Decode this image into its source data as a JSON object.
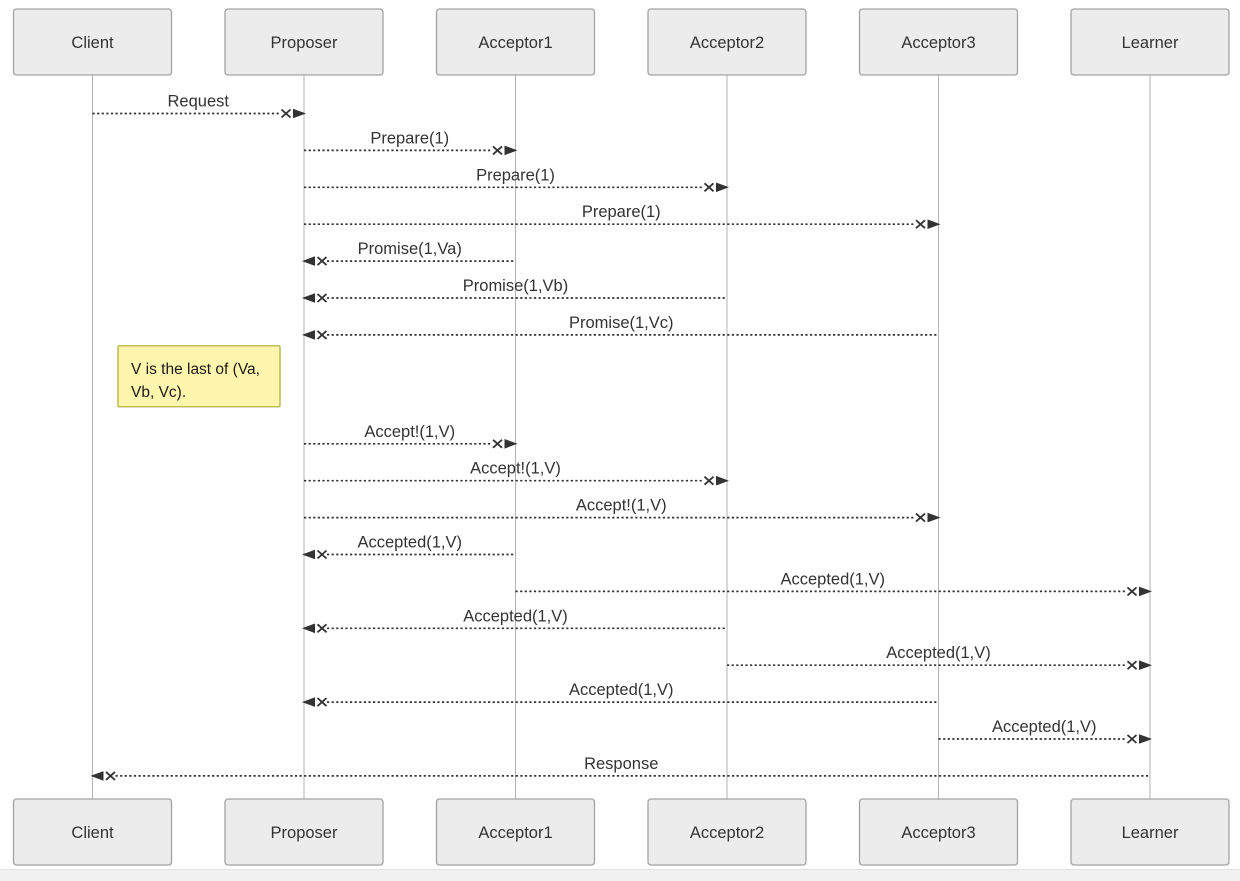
{
  "diagram": {
    "participants": [
      {
        "name": "Client"
      },
      {
        "name": "Proposer"
      },
      {
        "name": "Acceptor1"
      },
      {
        "name": "Acceptor2"
      },
      {
        "name": "Acceptor3"
      },
      {
        "name": "Learner"
      }
    ],
    "sequence": [
      {
        "type": "message",
        "label": "Request",
        "from": "Client",
        "to": "Proposer"
      },
      {
        "type": "message",
        "label": "Prepare(1)",
        "from": "Proposer",
        "to": "Acceptor1"
      },
      {
        "type": "message",
        "label": "Prepare(1)",
        "from": "Proposer",
        "to": "Acceptor2"
      },
      {
        "type": "message",
        "label": "Prepare(1)",
        "from": "Proposer",
        "to": "Acceptor3"
      },
      {
        "type": "message",
        "label": "Promise(1,Va)",
        "from": "Acceptor1",
        "to": "Proposer"
      },
      {
        "type": "message",
        "label": "Promise(1,Vb)",
        "from": "Acceptor2",
        "to": "Proposer"
      },
      {
        "type": "message",
        "label": "Promise(1,Vc)",
        "from": "Acceptor3",
        "to": "Proposer"
      },
      {
        "type": "note",
        "position": "left of",
        "anchor": "Proposer",
        "lines": [
          "V is the last of (Va,",
          "Vb, Vc)."
        ]
      },
      {
        "type": "message",
        "label": "Accept!(1,V)",
        "from": "Proposer",
        "to": "Acceptor1"
      },
      {
        "type": "message",
        "label": "Accept!(1,V)",
        "from": "Proposer",
        "to": "Acceptor2"
      },
      {
        "type": "message",
        "label": "Accept!(1,V)",
        "from": "Proposer",
        "to": "Acceptor3"
      },
      {
        "type": "message",
        "label": "Accepted(1,V)",
        "from": "Acceptor1",
        "to": "Proposer"
      },
      {
        "type": "message",
        "label": "Accepted(1,V)",
        "from": "Acceptor1",
        "to": "Learner"
      },
      {
        "type": "message",
        "label": "Accepted(1,V)",
        "from": "Acceptor2",
        "to": "Proposer"
      },
      {
        "type": "message",
        "label": "Accepted(1,V)",
        "from": "Acceptor2",
        "to": "Learner"
      },
      {
        "type": "message",
        "label": "Accepted(1,V)",
        "from": "Acceptor3",
        "to": "Proposer"
      },
      {
        "type": "message",
        "label": "Accepted(1,V)",
        "from": "Acceptor3",
        "to": "Learner"
      },
      {
        "type": "message",
        "label": "Response",
        "from": "Learner",
        "to": "Client"
      }
    ],
    "arrow_style": "dashed-cross-solid-head",
    "colors": {
      "background": "#ffffff",
      "actor_fill": "#ececec",
      "actor_border": "#a3a3a3",
      "actor_text": "#333333",
      "lifeline": "#b3b3b3",
      "message_line": "#333333",
      "message_text": "#333333",
      "note_fill": "#fff5ad",
      "note_border": "#aaaa33",
      "note_text": "#1a1a1a",
      "scrollbar_track": "#f1f1f1",
      "scrollbar_border": "#e2e2e2"
    }
  }
}
